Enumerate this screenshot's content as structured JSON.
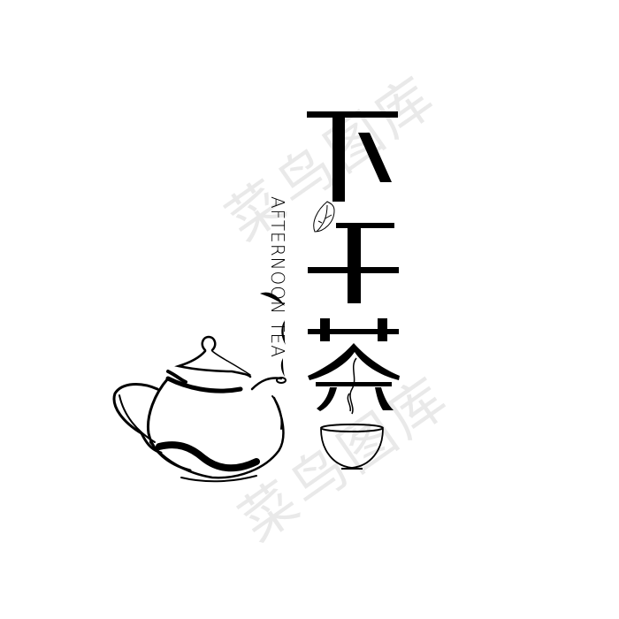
{
  "logo": {
    "title_chars": [
      "下",
      "午",
      "茶"
    ],
    "subtitle": "AFTERNOON TEA",
    "colors": {
      "ink": "#000000",
      "background": "#ffffff",
      "watermark": "#e9e9e9"
    }
  },
  "watermark": {
    "text_top": "菜鸟图库",
    "text_bottom": "菜鸟图库"
  },
  "icons": [
    "teapot-icon",
    "tea-cup-icon",
    "leaf-icon",
    "steam-icon"
  ]
}
